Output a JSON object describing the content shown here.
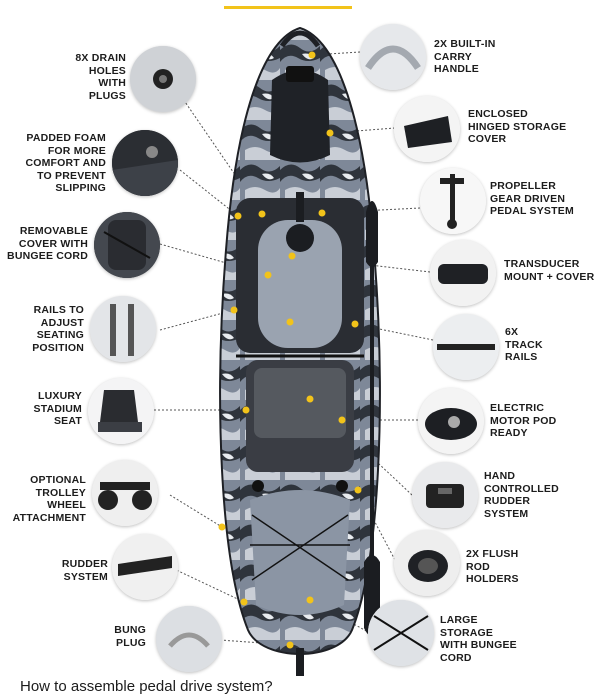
{
  "title_bar_color": "#f2c31a",
  "left_features": [
    {
      "id": "drain",
      "text": "8X DRAIN\nHOLES\nWITH\nPLUGS",
      "icon": "drain-plug-photo"
    },
    {
      "id": "padded",
      "text": "PADDED FOAM\nFOR MORE\nCOMFORT AND\nTO PREVENT\nSLIPPING",
      "icon": "foam-pad-photo"
    },
    {
      "id": "cover",
      "text": "REMOVABLE\nCOVER WITH\nBUNGEE CORD",
      "icon": "bungee-cover-photo"
    },
    {
      "id": "rails",
      "text": "RAILS TO\nADJUST\nSEATING\nPOSITION",
      "icon": "seat-rail-photo"
    },
    {
      "id": "seat",
      "text": "LUXURY\nSTADIUM\nSEAT",
      "icon": "stadium-seat-photo"
    },
    {
      "id": "trolley",
      "text": "OPTIONAL\nTROLLEY WHEEL\nATTACHMENT",
      "icon": "trolley-wheel-photo"
    },
    {
      "id": "rudder",
      "text": "RUDDER\nSYSTEM",
      "icon": "rudder-photo"
    },
    {
      "id": "bung",
      "text": "BUNG\nPLUG",
      "icon": "bung-plug-photo"
    }
  ],
  "right_features": [
    {
      "id": "handle",
      "text": "2X BUILT-IN\nCARRY\nHANDLE",
      "icon": "carry-handle-photo"
    },
    {
      "id": "storage",
      "text": "ENCLOSED\nHINGED STORAGE\nCOVER",
      "icon": "hinged-cover-photo"
    },
    {
      "id": "pedal",
      "text": "PROPELLER\nGEAR DRIVEN\nPEDAL SYSTEM",
      "icon": "pedal-drive-photo"
    },
    {
      "id": "transducer",
      "text": "TRANSDUCER\nMOUNT + COVER",
      "icon": "transducer-mount-photo"
    },
    {
      "id": "track",
      "text": "6X\nTRACK\nRAILS",
      "icon": "track-rail-photo"
    },
    {
      "id": "motor",
      "text": "ELECTRIC\nMOTOR POD\nREADY",
      "icon": "motor-pod-photo"
    },
    {
      "id": "handrudder",
      "text": "HAND\nCONTROLLED\nRUDDER\nSYSTEM",
      "icon": "rudder-control-photo"
    },
    {
      "id": "rod",
      "text": "2X FLUSH\nROD\nHOLDERS",
      "icon": "rod-holder-photo"
    },
    {
      "id": "largestorage",
      "text": "LARGE\nSTORAGE\nWITH BUNGEE\nCORD",
      "icon": "storage-bungee-photo"
    }
  ],
  "bottom_text": "How to assemble pedal drive system?",
  "colors": {
    "hull_dark": "#2a2d33",
    "hull_camo": "#8a94a3",
    "marker": "#f2c31a",
    "text": "#1c1c1c"
  }
}
